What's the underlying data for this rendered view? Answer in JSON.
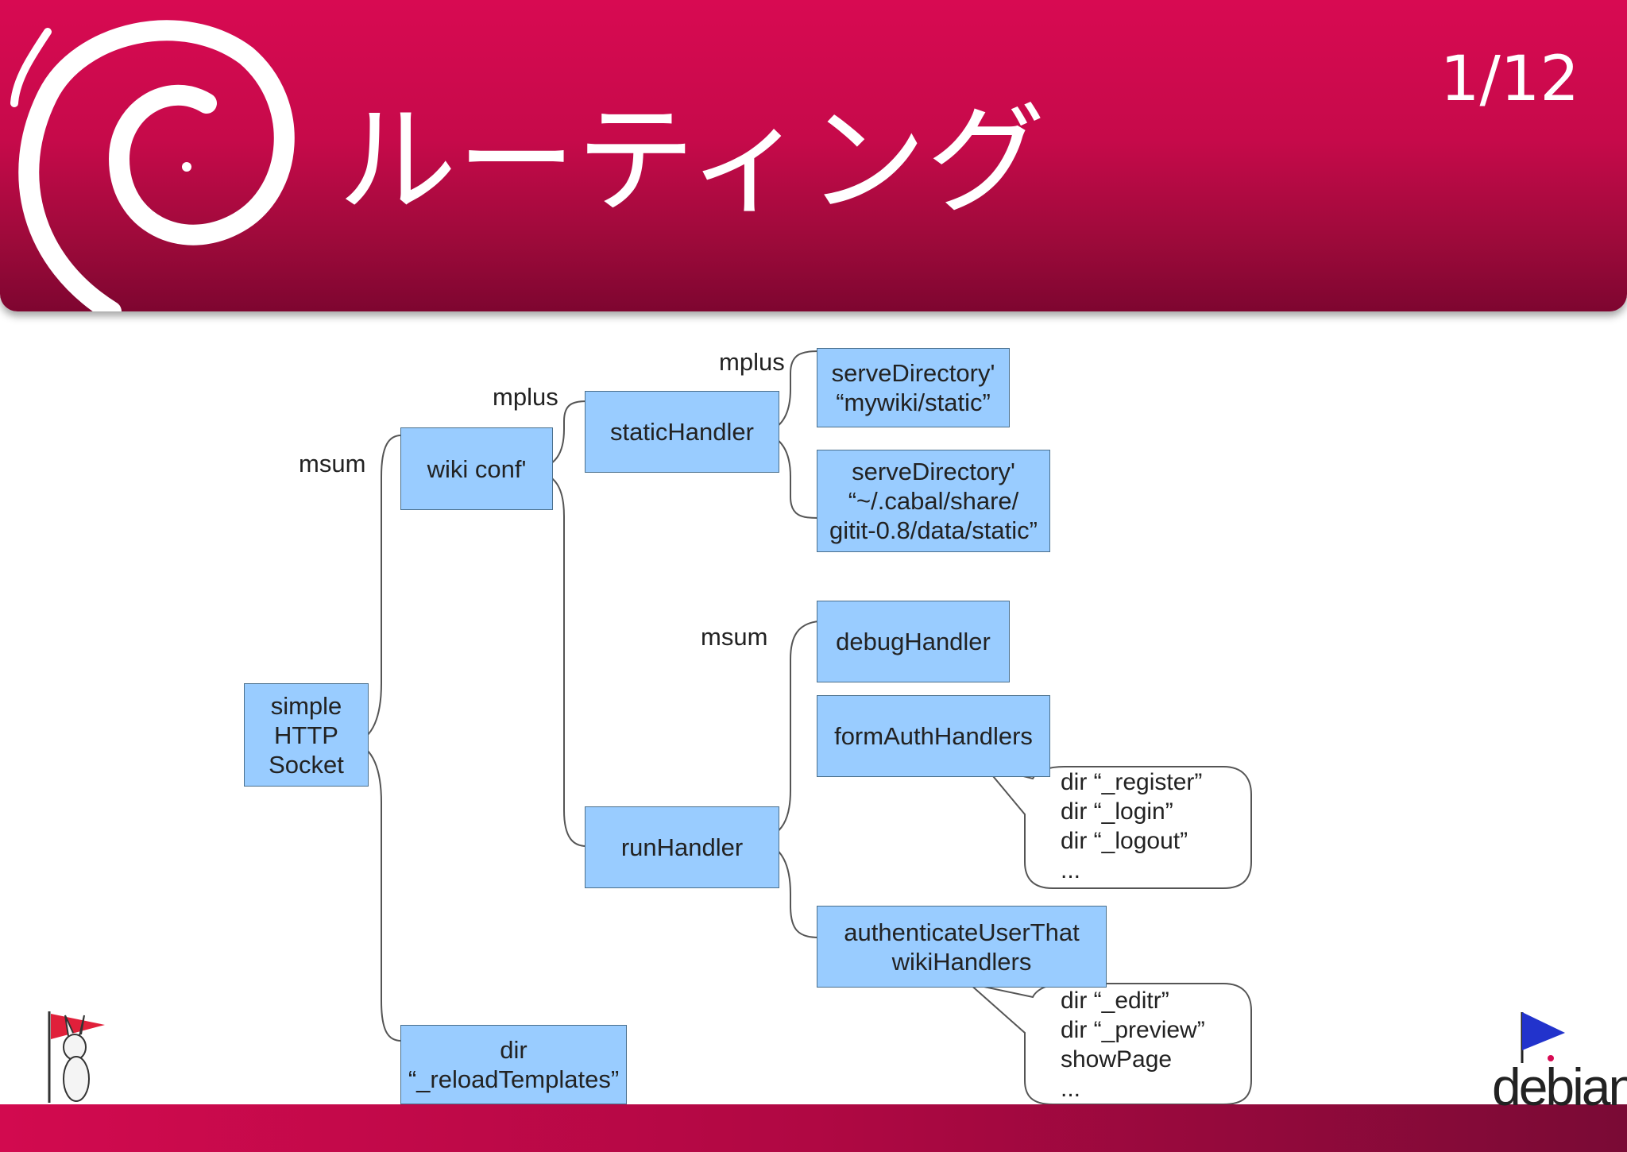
{
  "slide": {
    "title": "ルーティング",
    "page_number": "1/12",
    "logo_word": "debian"
  },
  "diagram": {
    "nodes": {
      "simple_http_socket": [
        "simple",
        "HTTP",
        "Socket"
      ],
      "wiki_conf": "wiki conf'",
      "static_handler": "staticHandler",
      "serve_dir_1": [
        "serveDirectory'",
        "“mywiki/static”"
      ],
      "serve_dir_2": [
        "serveDirectory'",
        "“~/.cabal/share/",
        "gitit-0.8/data/static”"
      ],
      "debug_handler": "debugHandler",
      "form_auth_handlers": "formAuthHandlers",
      "run_handler": "runHandler",
      "authenticate_user": [
        "authenticateUserThat",
        "wikiHandlers"
      ],
      "reload_templates": [
        "dir",
        "“_reloadTemplates”"
      ]
    },
    "labels": {
      "msum_root": "msum",
      "mplus_wiki": "mplus",
      "mplus_static": "mplus",
      "msum_run": "msum"
    },
    "callouts": {
      "form_auth": [
        "dir “_register”",
        "dir “_login”",
        "dir “_logout”",
        "..."
      ],
      "authenticate": [
        "dir “_editr”",
        "dir “_preview”",
        "showPage",
        "..."
      ]
    }
  },
  "colors": {
    "brand": "#d70a53",
    "node_fill": "#99ccff"
  }
}
